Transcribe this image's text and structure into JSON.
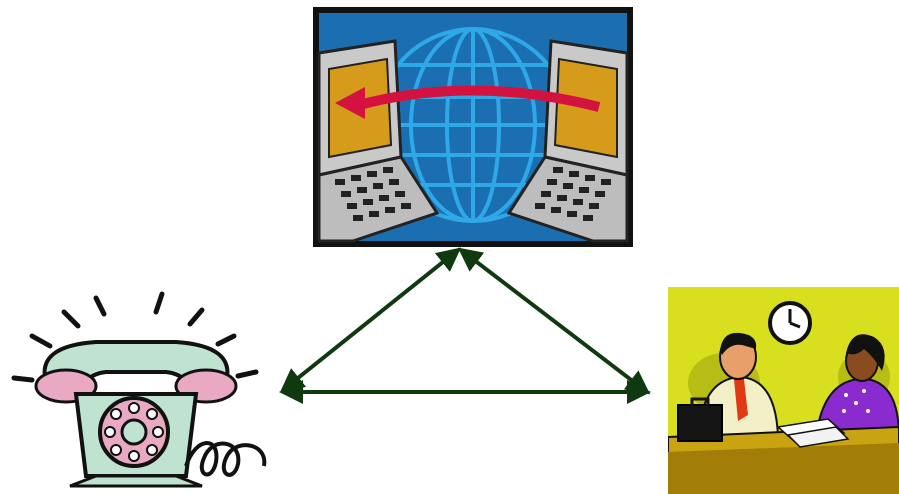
{
  "diagram": {
    "nodes": [
      {
        "id": "internet",
        "icon": "internet-computers-globe-icon"
      },
      {
        "id": "telephone",
        "icon": "ringing-telephone-icon"
      },
      {
        "id": "meeting",
        "icon": "face-to-face-meeting-icon"
      }
    ],
    "edges": [
      {
        "from": "internet",
        "to": "telephone",
        "direction": "both"
      },
      {
        "from": "internet",
        "to": "meeting",
        "direction": "both"
      },
      {
        "from": "telephone",
        "to": "meeting",
        "direction": "both"
      }
    ],
    "colors": {
      "arrow": "#0f3a0f",
      "globe_background": "#1b6fb0",
      "globe_lines": "#2fa8e8",
      "transfer_arrow": "#d4123f",
      "phone_body": "#bfe3d0",
      "meeting_background": "#d8df1e"
    }
  }
}
